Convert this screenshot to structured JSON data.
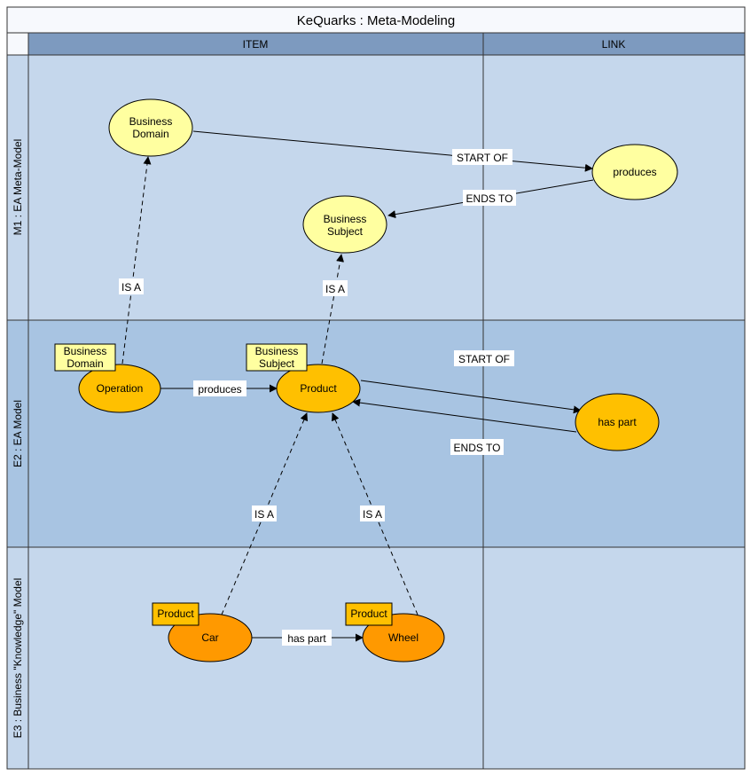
{
  "pool": {
    "title": "KeQuarks : Meta-Modeling",
    "columns": [
      "ITEM",
      "LINK"
    ],
    "rows": [
      "M1 : EA Meta-Model",
      "E2 : EA Model",
      "E3 : Business \"Knowledge\" Model"
    ]
  },
  "nodes": {
    "business_domain": "Business\nDomain",
    "produces_m1": "produces",
    "business_subject": "Business\nSubject",
    "operation": "Operation",
    "product": "Product",
    "has_part_e2": "has part",
    "car": "Car",
    "wheel": "Wheel"
  },
  "tags": {
    "operation_tag": "Business\nDomain",
    "product_tag": "Business\nSubject",
    "car_tag": "Product",
    "wheel_tag": "Product"
  },
  "edges": {
    "m1_start_of": "START OF",
    "m1_ends_to": "ENDS TO",
    "is_a_operation": "IS A",
    "is_a_product": "IS A",
    "produces_e2": "produces",
    "e2_start_of": "START OF",
    "e2_ends_to": "ENDS TO",
    "is_a_car": "IS A",
    "is_a_wheel": "IS A",
    "has_part_e3": "has part"
  },
  "colors": {
    "m1_node": "#ffffa0",
    "e2_node": "#ffc000",
    "e3_node": "#ff9900",
    "tag_m1": "#ffffa0",
    "tag_e3": "#ffc000",
    "lane_light": "#c5d7ec",
    "lane_mid": "#a8c4e2",
    "header": "#7d9abf"
  }
}
